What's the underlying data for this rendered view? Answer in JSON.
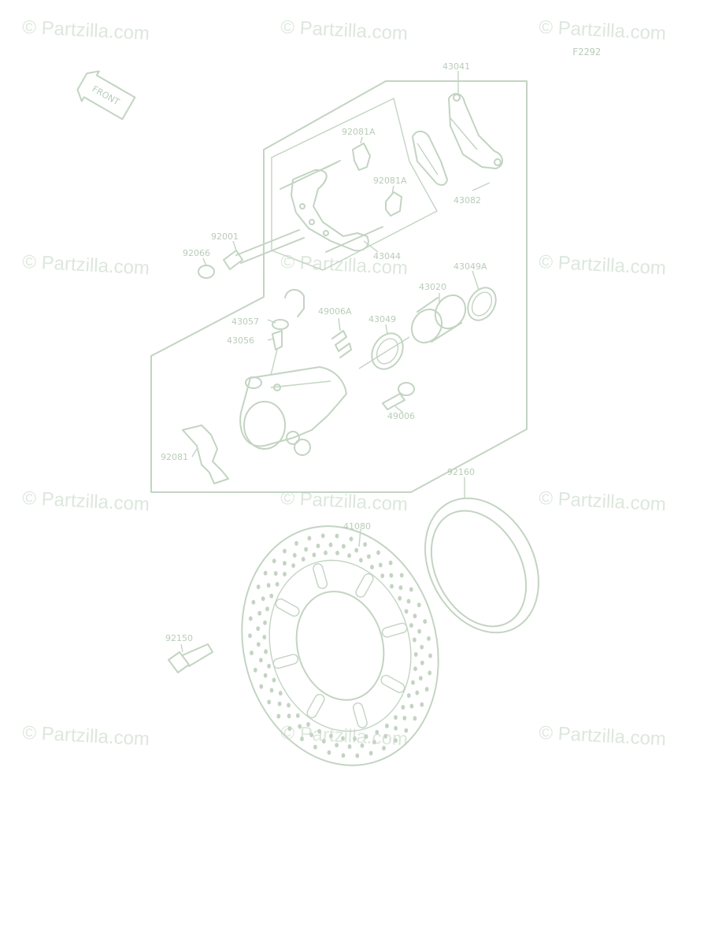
{
  "figure": {
    "id": "F2292",
    "front_arrow_label": "FRONT"
  },
  "watermark": {
    "text": "© Partzilla.com"
  },
  "colors": {
    "line": "#c3d4c2",
    "label": "#b9ccb8",
    "watermark": "#dde7dd"
  },
  "parts": [
    {
      "key": "p43041",
      "number": "43041"
    },
    {
      "key": "p92081a_1",
      "number": "92081A"
    },
    {
      "key": "p92081a_2",
      "number": "92081A"
    },
    {
      "key": "p43082",
      "number": "43082"
    },
    {
      "key": "p92001",
      "number": "92001"
    },
    {
      "key": "p92066",
      "number": "92066"
    },
    {
      "key": "p43044",
      "number": "43044"
    },
    {
      "key": "p43049a",
      "number": "43049A"
    },
    {
      "key": "p43020",
      "number": "43020"
    },
    {
      "key": "p49006a",
      "number": "49006A"
    },
    {
      "key": "p43049",
      "number": "43049"
    },
    {
      "key": "p43057",
      "number": "43057"
    },
    {
      "key": "p43056",
      "number": "43056"
    },
    {
      "key": "p49006",
      "number": "49006"
    },
    {
      "key": "p92081",
      "number": "92081"
    },
    {
      "key": "p92160",
      "number": "92160"
    },
    {
      "key": "p41080",
      "number": "41080"
    },
    {
      "key": "p92150",
      "number": "92150"
    }
  ]
}
